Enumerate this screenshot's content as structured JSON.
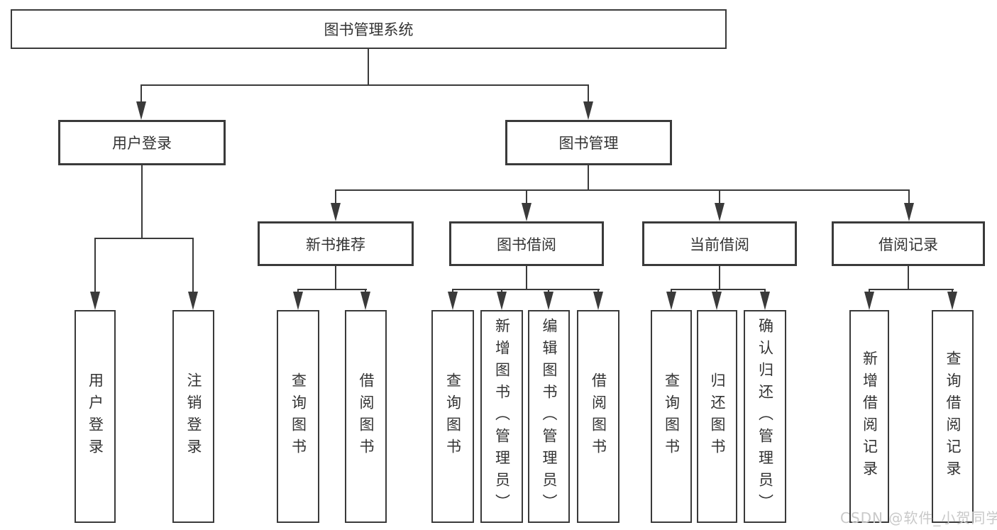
{
  "diagram": {
    "root": {
      "label": "图书管理系统"
    },
    "level2": [
      {
        "label": "用户登录",
        "children": [
          {
            "label": "用户登录"
          },
          {
            "label": "注销登录"
          }
        ]
      },
      {
        "label": "图书管理",
        "children": [
          {
            "label": "新书推荐",
            "children": [
              {
                "label": "查询图书"
              },
              {
                "label": "借阅图书"
              }
            ]
          },
          {
            "label": "图书借阅",
            "children": [
              {
                "label": "查询图书"
              },
              {
                "label": "新增图书（管理员）"
              },
              {
                "label": "编辑图书（管理员）"
              },
              {
                "label": "借阅图书"
              }
            ]
          },
          {
            "label": "当前借阅",
            "children": [
              {
                "label": "查询图书"
              },
              {
                "label": "归还图书"
              },
              {
                "label": "确认归还（管理员）"
              }
            ]
          },
          {
            "label": "借阅记录",
            "children": [
              {
                "label": "新增借阅记录"
              },
              {
                "label": "查询借阅记录"
              }
            ]
          }
        ]
      }
    ]
  },
  "watermark": {
    "text": "CSDN @软件_小贺同学"
  },
  "colors": {
    "line": "#3a3a3a",
    "text": "#333333",
    "watermark": "#c9c9c9",
    "background": "#ffffff"
  }
}
